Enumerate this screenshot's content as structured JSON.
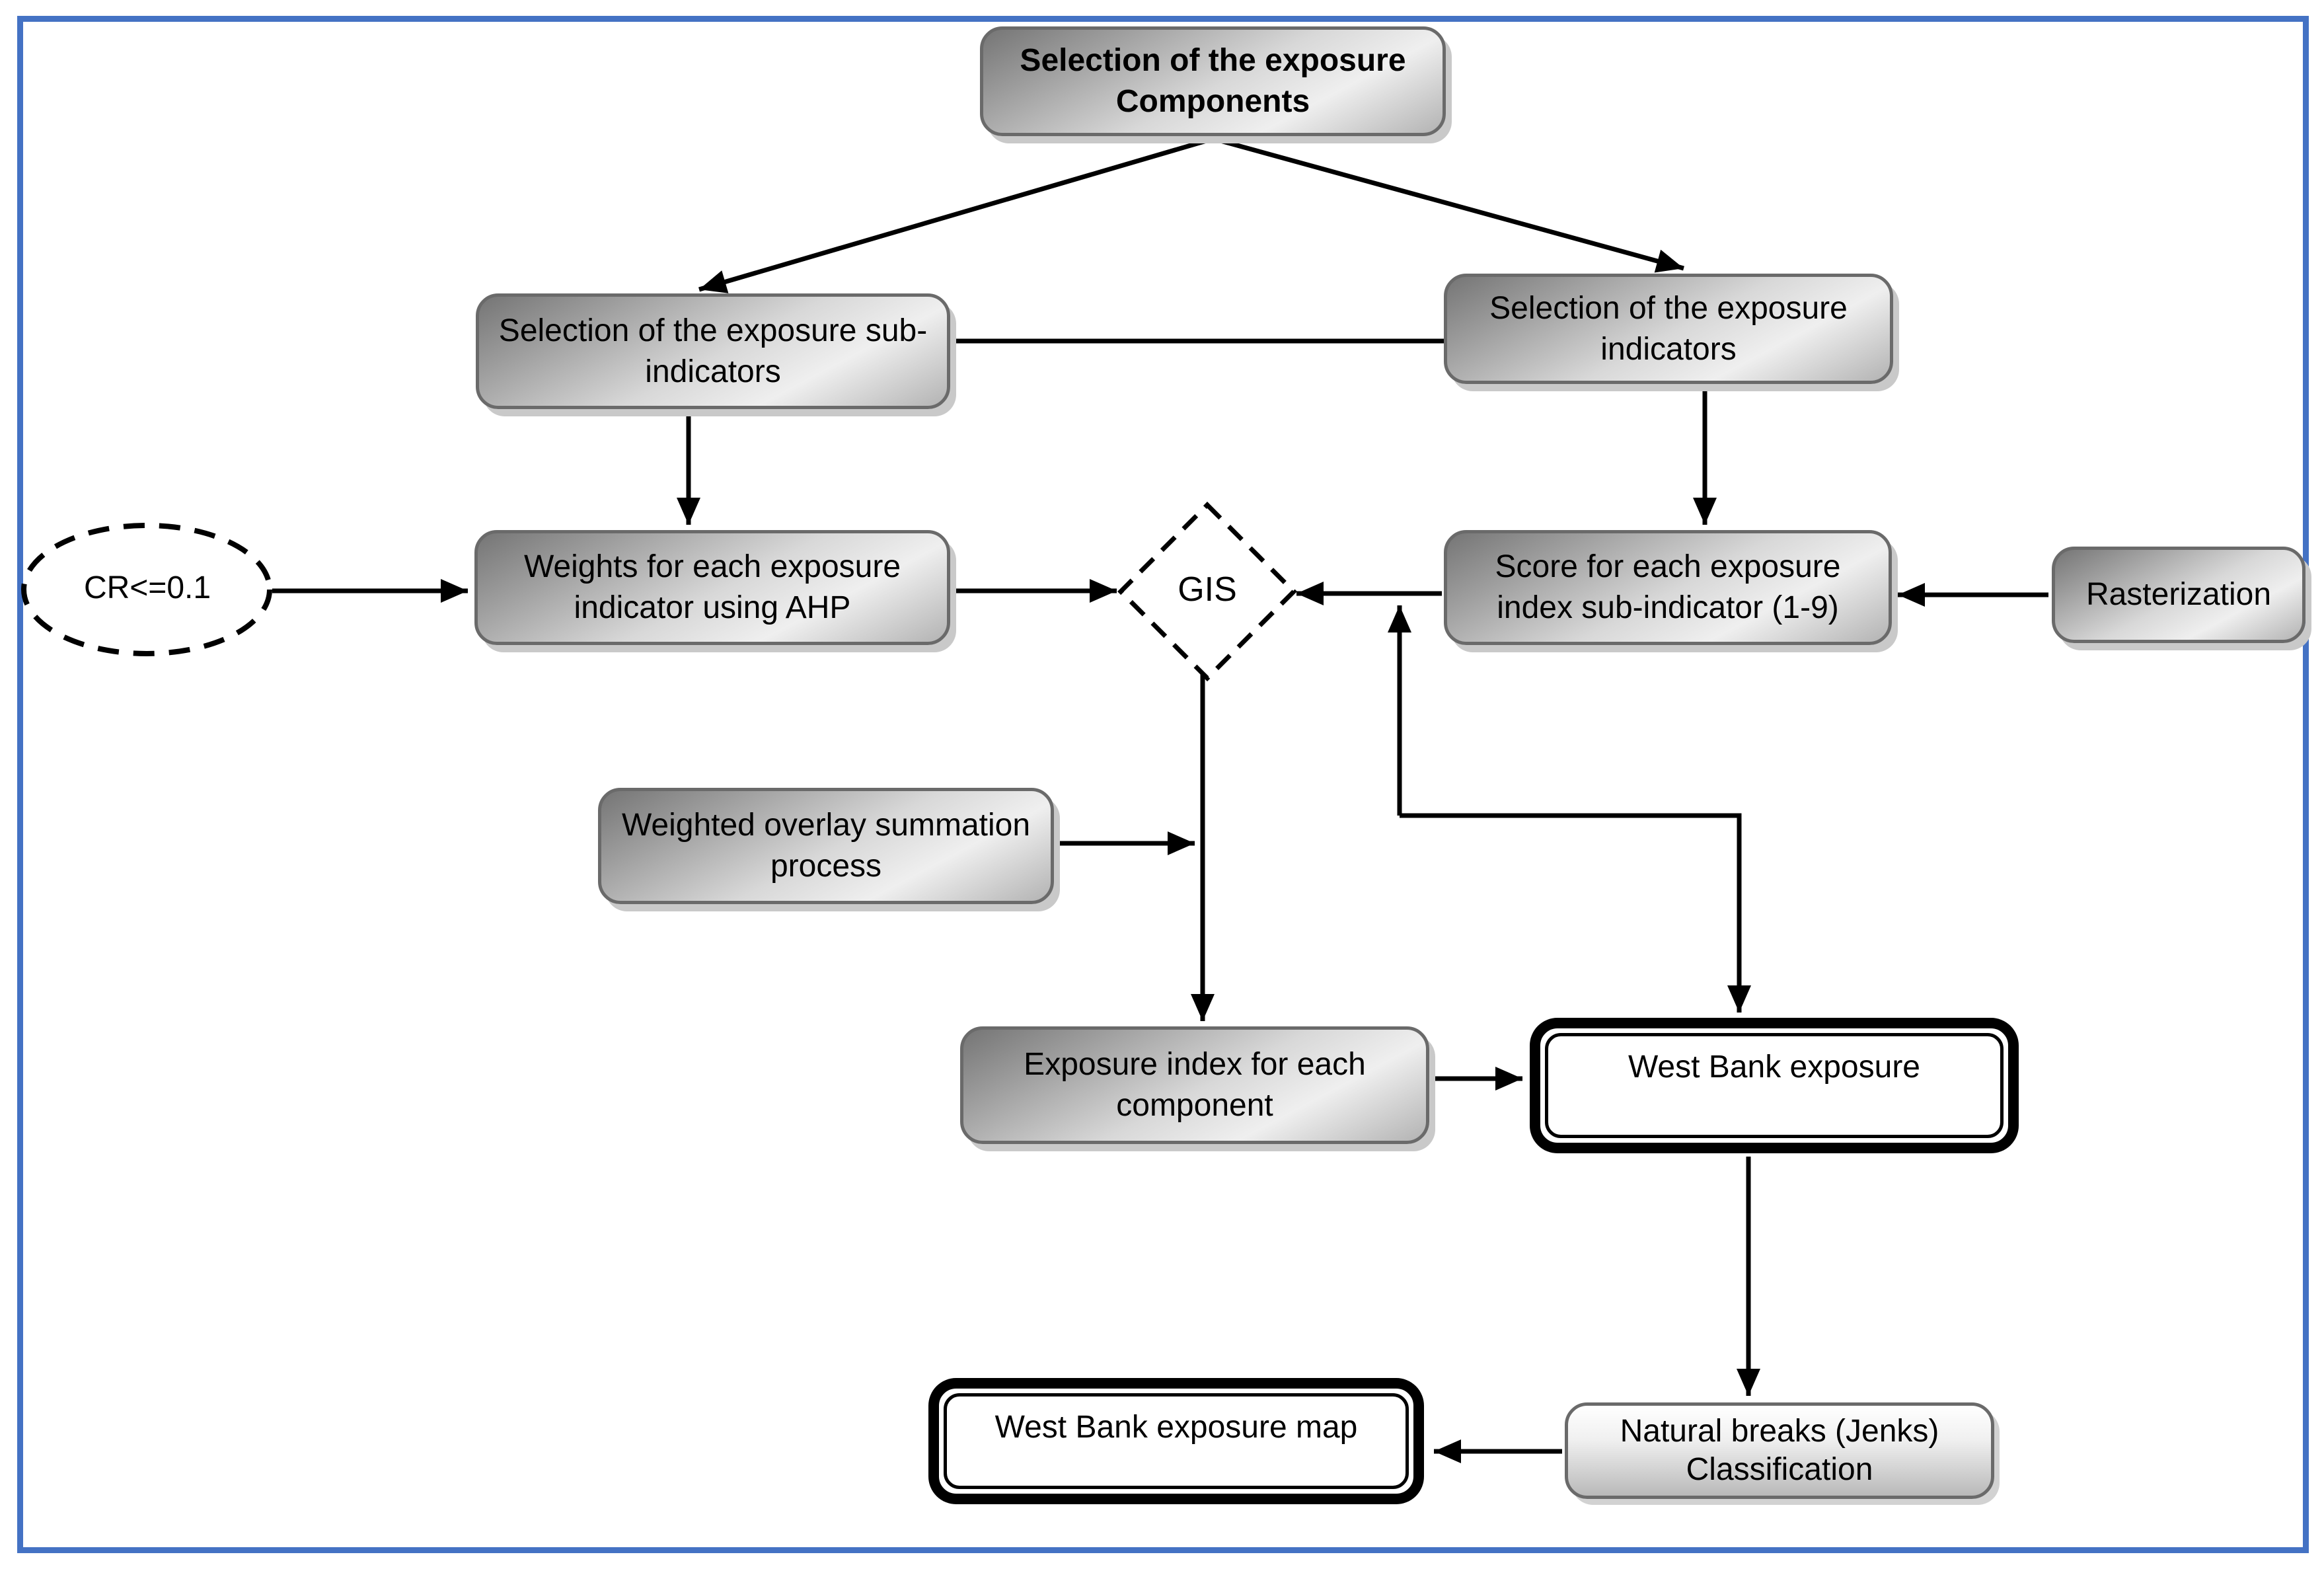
{
  "figure": {
    "type": "flowchart",
    "description": "Methodology flowchart for producing the West Bank exposure map using AHP and GIS",
    "colors": {
      "frame_border": "#4472C4",
      "connector": "#000000",
      "node_border": "#6a6a6a",
      "node_gradient_dark": "#757575",
      "node_gradient_light": "#efefef",
      "node_shadow": "#c9c9c9",
      "text": "#000000"
    },
    "nodes": {
      "components": {
        "label": "Selection of the exposure Components",
        "shape": "rounded-gradient",
        "bold": true
      },
      "sub_indicators": {
        "label": "Selection of the exposure sub-indicators",
        "shape": "rounded-gradient"
      },
      "indicators": {
        "label": "Selection of the exposure indicators",
        "shape": "rounded-gradient"
      },
      "cr_check": {
        "label": "CR<=0.1",
        "shape": "dashed-ellipse"
      },
      "weights_ahp": {
        "label": "Weights for each exposure indicator using AHP",
        "shape": "rounded-gradient"
      },
      "gis": {
        "label": "GIS",
        "shape": "dashed-diamond"
      },
      "score": {
        "label": "Score for each exposure index sub-indicator (1-9)",
        "shape": "rounded-gradient"
      },
      "rasterization": {
        "label": "Rasterization",
        "shape": "rounded-gradient"
      },
      "weighted_overlay": {
        "label": "Weighted overlay summation process",
        "shape": "rounded-gradient"
      },
      "exposure_index": {
        "label": "Exposure index for each component",
        "shape": "rounded-gradient"
      },
      "wb_exposure": {
        "label": "West Bank exposure",
        "shape": "double-border"
      },
      "natural_breaks": {
        "label": "Natural breaks (Jenks) Classification",
        "shape": "rounded-gradient-light"
      },
      "wb_exposure_map": {
        "label": "West Bank exposure map",
        "shape": "double-border"
      }
    },
    "edges": [
      {
        "from": "components",
        "to": "sub_indicators",
        "arrow": true
      },
      {
        "from": "components",
        "to": "indicators",
        "arrow": true
      },
      {
        "from": "sub_indicators",
        "to": "indicators",
        "arrow": false
      },
      {
        "from": "sub_indicators",
        "to": "weights_ahp",
        "arrow": true
      },
      {
        "from": "indicators",
        "to": "score",
        "arrow": true
      },
      {
        "from": "cr_check",
        "to": "weights_ahp",
        "arrow": true
      },
      {
        "from": "weights_ahp",
        "to": "gis",
        "arrow": true
      },
      {
        "from": "score",
        "to": "gis",
        "arrow": true
      },
      {
        "from": "rasterization",
        "to": "score",
        "arrow": true
      },
      {
        "from": "gis",
        "to": "exposure_index",
        "arrow": true
      },
      {
        "from": "weighted_overlay",
        "to": "gis_to_exposure_index_line",
        "arrow": true
      },
      {
        "from": "wb_exposure_branch",
        "to": "score_to_gis_line",
        "arrow": true
      },
      {
        "from": "wb_exposure_branch",
        "to": "wb_exposure",
        "arrow": true
      },
      {
        "from": "exposure_index",
        "to": "wb_exposure",
        "arrow": true
      },
      {
        "from": "wb_exposure",
        "to": "natural_breaks",
        "arrow": true
      },
      {
        "from": "natural_breaks",
        "to": "wb_exposure_map",
        "arrow": true
      }
    ]
  }
}
